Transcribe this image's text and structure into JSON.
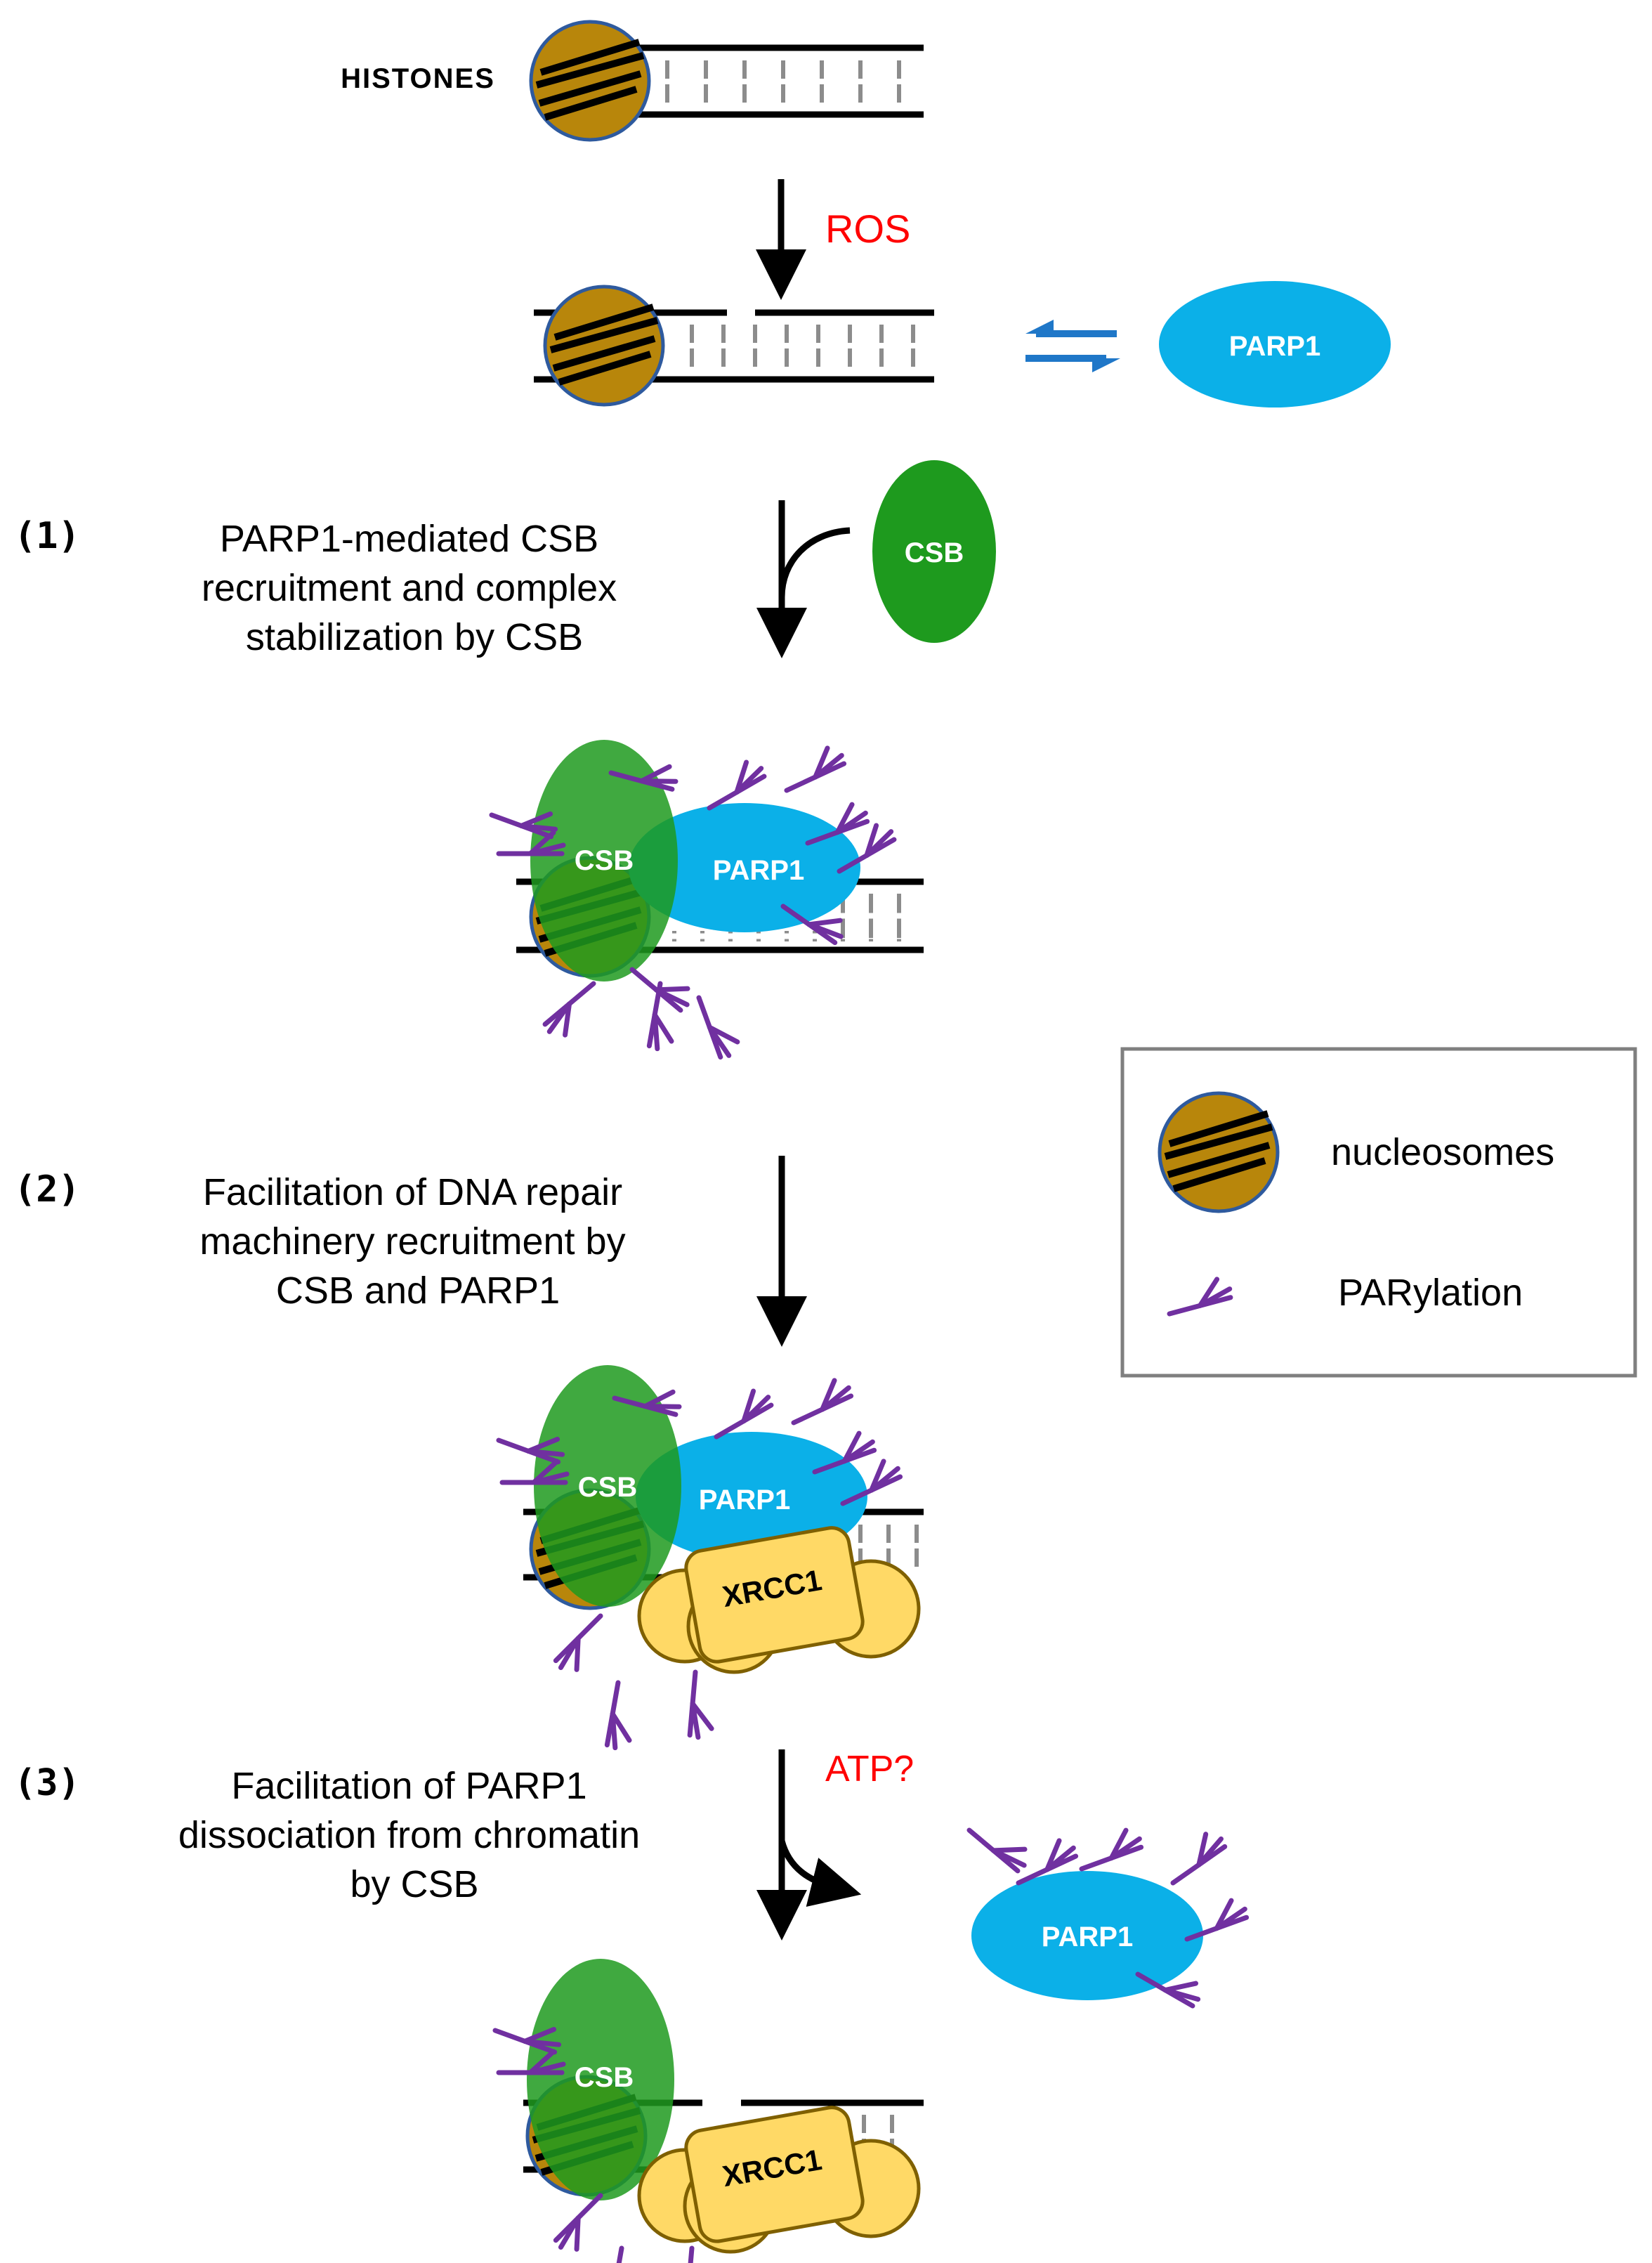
{
  "labels": {
    "histones": "HISTONES",
    "ros": "ROS",
    "atp": "ATP?",
    "parp1": "PARP1",
    "csb": "CSB",
    "xrcc1": "XRCC1"
  },
  "steps": [
    {
      "number": "(1)",
      "lines": [
        "PARP1-mediated CSB",
        "recruitment and complex",
        "stabilization by CSB"
      ]
    },
    {
      "number": "(2)",
      "lines": [
        "Facilitation of DNA repair",
        "machinery recruitment by",
        "CSB and PARP1"
      ]
    },
    {
      "number": "(3)",
      "lines": [
        "Facilitation of PARP1",
        "dissociation from chromatin",
        "by CSB"
      ]
    }
  ],
  "legend": {
    "nucleosomes": "nucleosomes",
    "parylation": "PARylation"
  },
  "colors": {
    "nucleosome": "#B8860B",
    "nucleosome_edge": "#2E5A9E",
    "parp1": "#0BB0E8",
    "csb": "#1E9A1E",
    "xrcc1": "#FFD966",
    "xrcc1_edge": "#7F6000",
    "parylation": "#7030A0",
    "red_text": "#FF0000",
    "equilibrium_arrow": "#1F77C8"
  }
}
